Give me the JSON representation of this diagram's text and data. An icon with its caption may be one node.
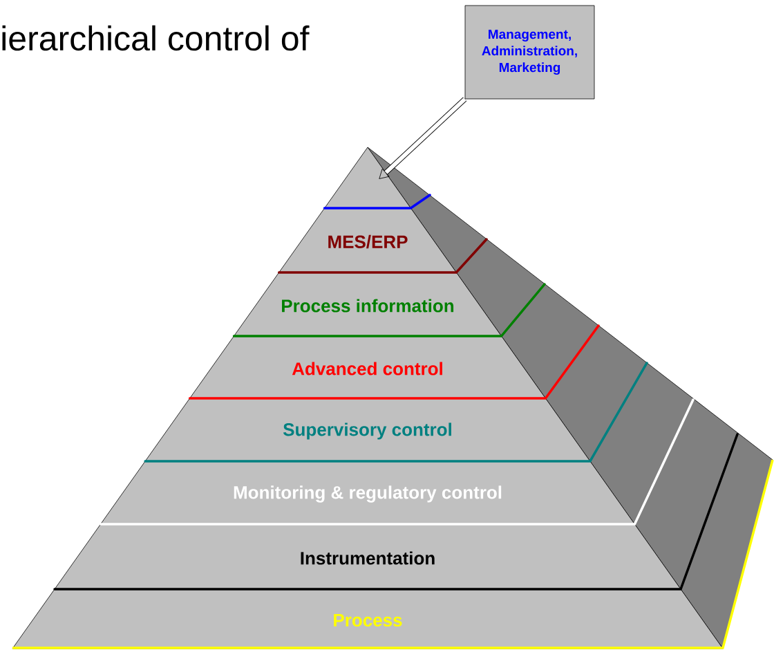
{
  "diagram": {
    "title": "ierarchical control of",
    "nodes": [
      {
        "text": [
          "Management, Administration, Marketing"
        ]
      },
      {
        "text": [],
        "shape": "triangle"
      },
      {
        "text": [
          "MES/ERP"
        ]
      },
      {
        "text": [
          "Process information"
        ]
      },
      {
        "text": [
          "Advanced control"
        ]
      },
      {
        "text": [
          "Supervisory control"
        ]
      },
      {
        "text": [
          "Monitoring & regulatory control"
        ]
      },
      {
        "text": [
          "Instrumentation"
        ]
      },
      {
        "text": [
          "Process"
        ]
      }
    ],
    "edges": [
      {
        "from": 0,
        "to": 1,
        "arrow": "to"
      }
    ]
  }
}
